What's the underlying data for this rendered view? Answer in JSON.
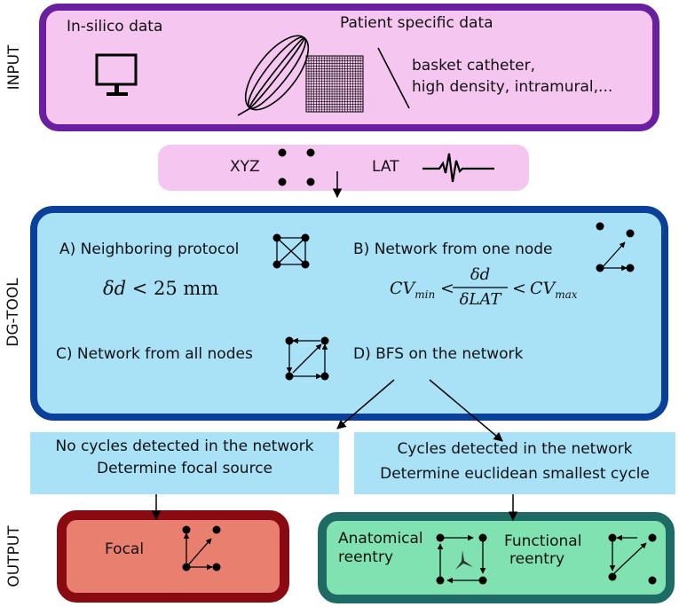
{
  "side_labels": {
    "input": "INPUT",
    "dg_tool": "DG-TOOL",
    "output": "OUTPUT"
  },
  "input": {
    "in_silico": "In-silico data",
    "patient_specific": "Patient specific data",
    "catheter_line1": "basket catheter,",
    "catheter_line2": "high density, intramural,..."
  },
  "xyz_panel": {
    "xyz": "XYZ",
    "lat": "LAT"
  },
  "dg_tool": {
    "a": "A) Neighboring protocol",
    "a_formula_var": "δd",
    "a_formula_rest": " < 25 mm",
    "b": "B) Network from one node",
    "b_cv_min": "CV",
    "b_min_sub": "min",
    "b_lt1": "<",
    "b_num": "δd",
    "b_den": "δLAT",
    "b_lt2": "<",
    "b_cv_max": "CV",
    "b_max_sub": "max",
    "c": "C) Network from all nodes",
    "d": "D) BFS on the network"
  },
  "results": {
    "left_line1": "No cycles detected in the network",
    "left_line2": "Determine focal source",
    "right_line1": "Cycles detected in the network",
    "right_line2": "Determine euclidean smallest cycle"
  },
  "output": {
    "focal": "Focal",
    "anatomical_line1": "Anatomical",
    "anatomical_line2": "reentry",
    "functional_line1": "Functional",
    "functional_line2": "reentry"
  },
  "colors": {
    "input_border": "#6a1fa0",
    "input_fill": "#f5c6f0",
    "dg_border": "#0a3f9a",
    "dg_fill": "#a9e1f7",
    "focal_border": "#8a0a12",
    "focal_fill": "#e97f6e",
    "reentry_border": "#1e6a64",
    "reentry_fill": "#7fe2b0"
  }
}
